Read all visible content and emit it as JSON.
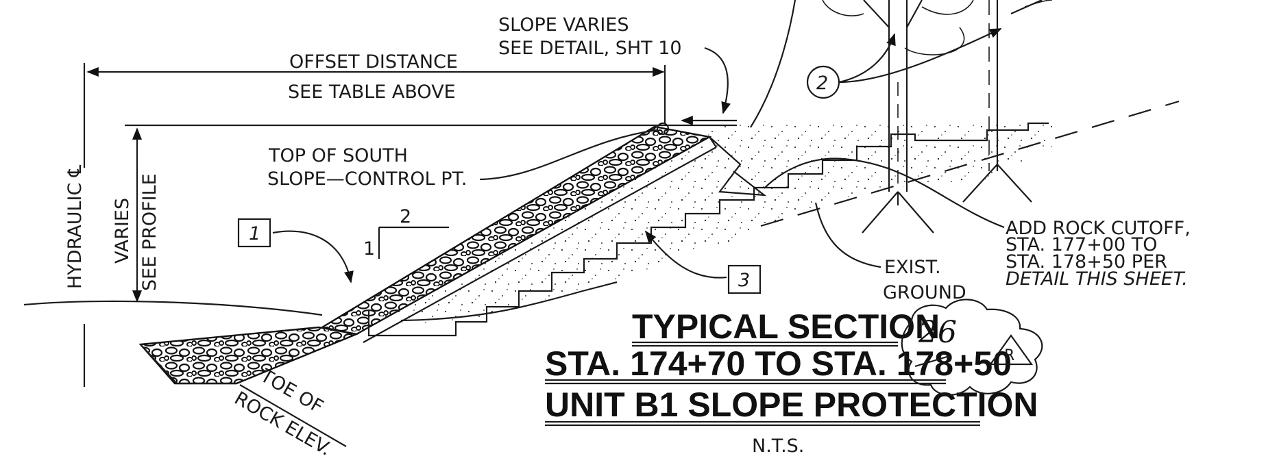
{
  "labels": {
    "slope_varies_1": "SLOPE VARIES",
    "slope_varies_2": "SEE DETAIL, SHT 10",
    "offset_1": "OFFSET DISTANCE",
    "offset_2": "SEE TABLE ABOVE",
    "hydraulic": "HYDRAULIC ℄",
    "varies_1": "VARIES",
    "varies_2": "SEE PROFILE",
    "top_south_1": "TOP OF SOUTH",
    "top_south_2": "SLOPE—CONTROL PT.",
    "slope_run": "2",
    "slope_rise": "1",
    "callout_1": "1",
    "callout_2": "2",
    "callout_3": "3",
    "rock_cutoff_1": "ADD ROCK CUTOFF,",
    "rock_cutoff_2": "STA. 177+00 TO",
    "rock_cutoff_3": "STA. 178+50 PER",
    "rock_cutoff_4": "DETAIL THIS SHEET.",
    "exist_1": "EXIST.",
    "exist_2": "GROUND",
    "toe_1": "TOE OF",
    "toe_2": "ROCK ELEV."
  },
  "title": {
    "line1": "TYPICAL SECTION",
    "line2": "STA. 174+70 TO STA. 178+50",
    "line3": "UNIT B1 SLOPE PROTECTION",
    "scale": "N.T.S."
  },
  "revision": {
    "handwritten": "26",
    "mark": "R"
  }
}
